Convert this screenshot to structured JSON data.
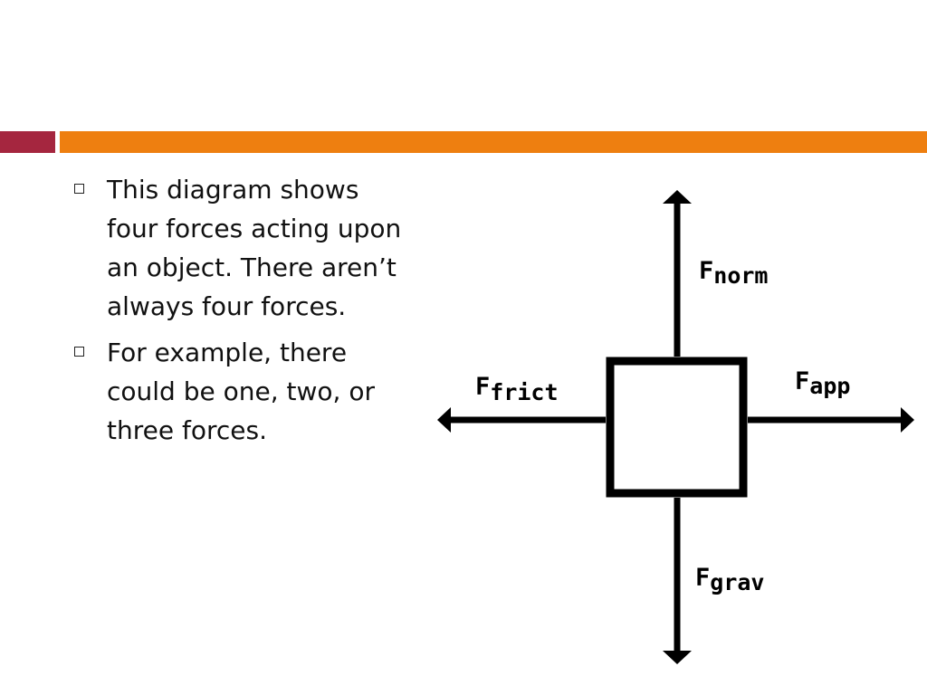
{
  "slide": {
    "accent_colors": {
      "left_bar": "#a5263f",
      "right_bar": "#ee7f10"
    },
    "bullets": [
      "This diagram shows\nfour forces acting upon\nan object. There aren’t\nalways four forces.",
      "For example, there\ncould be  one, two, or\nthree forces."
    ]
  },
  "diagram": {
    "labels": {
      "norm": {
        "base": "F",
        "sub": "norm"
      },
      "frict": {
        "base": "F",
        "sub": "frict"
      },
      "app": {
        "base": "F",
        "sub": "app"
      },
      "grav": {
        "base": "F",
        "sub": "grav"
      }
    }
  }
}
